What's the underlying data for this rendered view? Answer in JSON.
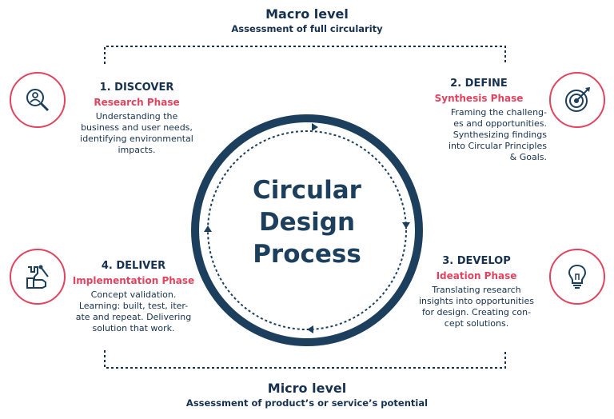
{
  "macro": {
    "title": "Macro level",
    "subtitle": "Assessment of full circularity"
  },
  "micro": {
    "title": "Micro level",
    "subtitle": "Assessment of product’s or service’s potential"
  },
  "center": {
    "line1": "Circular",
    "line2": "Design",
    "line3": "Process"
  },
  "steps": [
    {
      "title": "1. DISCOVER",
      "phase": "Research Phase",
      "desc": [
        "Understanding the",
        "business and user needs,",
        "identifying environmental",
        "impacts."
      ]
    },
    {
      "title": "2. DEFINE",
      "phase": "Synthesis Phase",
      "desc": [
        "Framing the challeng-",
        "es and opportunities.",
        "Synthesizing findings",
        "into Circular Principles",
        "& Goals."
      ]
    },
    {
      "title": "3. DEVELOP",
      "phase": "Ideation Phase",
      "desc": [
        "Translating research",
        "insights into opportunities",
        "for design. Creating con-",
        "cept solutions."
      ]
    },
    {
      "title": "4. DELIVER",
      "phase": "Implementation Phase",
      "desc": [
        "Concept validation.",
        "Learning: built, test, iter-",
        "ate and repeat. Delivering",
        "solution that work."
      ]
    }
  ],
  "colors": {
    "navy": "#1d3f5e",
    "accent": "#e0445f"
  },
  "icons": [
    "magnifier-person-icon",
    "target-icon",
    "lightbulb-icon",
    "tools-hand-icon"
  ]
}
